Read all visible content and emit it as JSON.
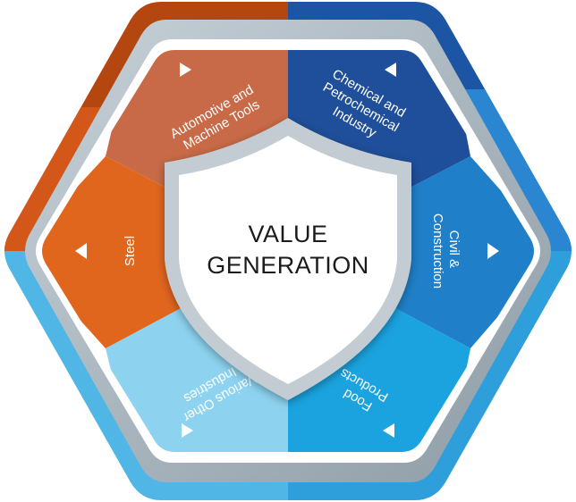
{
  "center": {
    "title_line1": "VALUE",
    "title_line2": "GENERATION"
  },
  "segments": [
    {
      "id": "automotive",
      "label_lines": [
        "Automotive and",
        "Machine Tools"
      ],
      "color": "#c86a47"
    },
    {
      "id": "chemical",
      "label_lines": [
        "Chemical and",
        "Petrochemical",
        "Industry"
      ],
      "color": "#1f4f9a"
    },
    {
      "id": "civil",
      "label_lines": [
        "Civil &",
        "Construction"
      ],
      "color": "#1f7fc8"
    },
    {
      "id": "food",
      "label_lines": [
        "Food",
        "Products"
      ],
      "color": "#1aa3df"
    },
    {
      "id": "various",
      "label_lines": [
        "Various Other",
        "Industries"
      ],
      "color": "#8dd3f0"
    },
    {
      "id": "steel",
      "label_lines": [
        "Steel"
      ],
      "color": "#e0661e"
    }
  ],
  "colors": {
    "outer_orange": "#d4571a",
    "outer_dark_orange": "#b4460f",
    "outer_blue": "#1c65b5",
    "outer_light_blue": "#5fc8ef",
    "ring_gray": "#a9b6bf",
    "shield_border": "#bfc9d0",
    "shield_fill": "#ffffff"
  }
}
